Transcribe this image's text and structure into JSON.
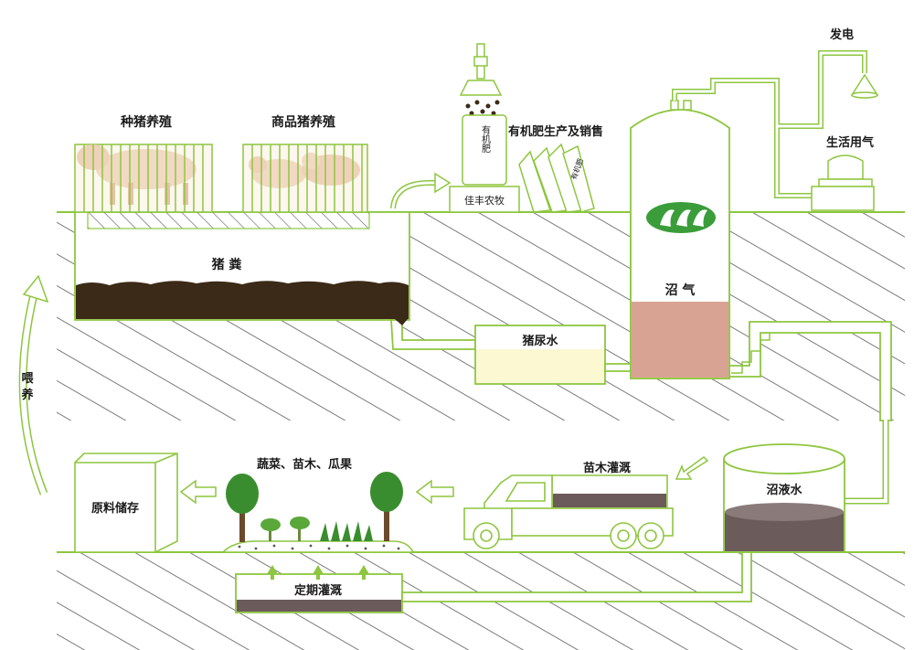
{
  "labels": {
    "breeding_pigs": "种猪养殖",
    "commercial_pigs": "商品猪养殖",
    "pig_manure": "猪 粪",
    "fertilizer_sales": "有机肥生产及销售",
    "power_generation": "发电",
    "domestic_gas": "生活用气",
    "biogas": "沼 气",
    "pig_urine": "猪尿水",
    "biogas_slurry": "沼液水",
    "seedling_irrigation": "苗木灌溉",
    "crops": "蔬菜、苗木、瓜果",
    "raw_material_storage": "原料储存",
    "regular_irrigation": "定期灌溉",
    "feeding": "喂养"
  },
  "bag_text": {
    "main_bag": "有机肥",
    "small_bag": "有机肥",
    "base_text": "佳丰农牧"
  },
  "colors": {
    "line_green": "#8dc63f",
    "hatch": "#5a5a5a",
    "manure": "#3b2a17",
    "biogas_liquid": "#d9a394",
    "urine": "#fbf8d2",
    "slurry_dark": "#6b5b5b",
    "logo_green": "#3a9d3a"
  }
}
